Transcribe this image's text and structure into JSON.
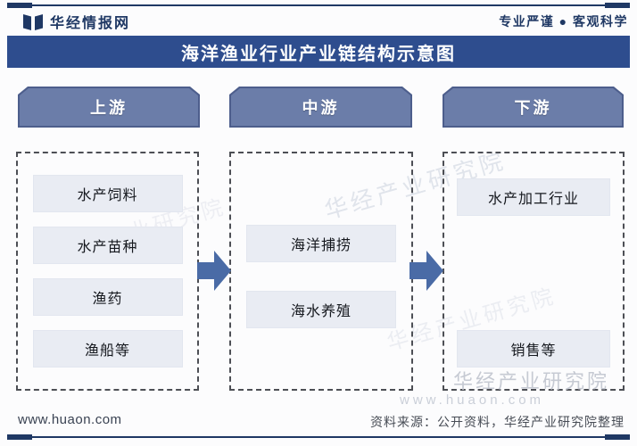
{
  "brand": {
    "name": "华经情报网",
    "slogan": "专业严谨 ● 客观科学"
  },
  "title": "海洋渔业行业产业链结构示意图",
  "chain": {
    "columns": [
      {
        "header": "上游",
        "items": [
          "水产饲料",
          "水产苗种",
          "渔药",
          "渔船等"
        ]
      },
      {
        "header": "中游",
        "items": [
          "海洋捕捞",
          "海水养殖"
        ]
      },
      {
        "header": "下游",
        "items": [
          "水产加工行业",
          "销售等"
        ]
      }
    ]
  },
  "footer": {
    "website": "www.huaon.com",
    "source": "资料来源：公开资料，华经产业研究院整理"
  },
  "watermarks": {
    "agency": "华经产业研究院",
    "url": "www.huaon.com"
  },
  "colors": {
    "navy": "#1f3864",
    "title_bar_fill": "#2e4d8e",
    "column_header_fill": "#6b7da9",
    "column_header_edge": "#4d5e8c",
    "item_box_fill": "#e9ecf3",
    "arrow_fill": "#4a6ba6",
    "dashed_border": "#4d4f55"
  }
}
